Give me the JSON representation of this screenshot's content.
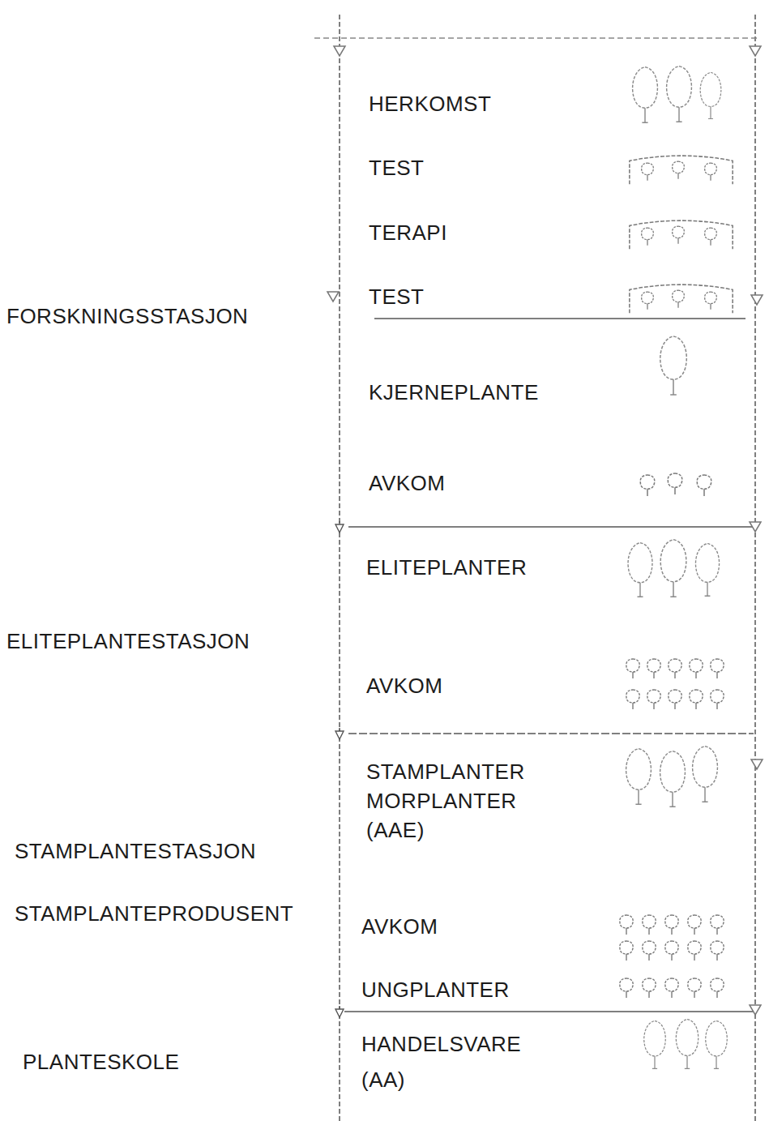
{
  "diagram": {
    "nodes": [
      {
        "text": [
          "FORSKNINGSSTASJON",
          "HERKOMST",
          "TEST",
          "TERAPI",
          "TEST",
          "KJERNEPLANTE",
          "AVKOM"
        ]
      },
      {
        "text": [
          "ELITEPLANTESTASJON",
          "ELITEPLANTER",
          "AVKOM"
        ]
      },
      {
        "text": [
          "STAMPLANTESTASJON",
          "STAMPLANTEPRODUSENT",
          "STAMPLANTER MORPLANTER (AAE)",
          "AVKOM",
          "UNGPLANTER"
        ]
      },
      {
        "text": [
          "PLANTESKOLE",
          "HANDELSVARE (AA)"
        ]
      }
    ],
    "edges": [
      {
        "from": 0,
        "to": 1,
        "arrow": "to"
      },
      {
        "from": 1,
        "to": 2,
        "arrow": "to"
      },
      {
        "from": 2,
        "to": 3,
        "arrow": "to"
      }
    ]
  }
}
